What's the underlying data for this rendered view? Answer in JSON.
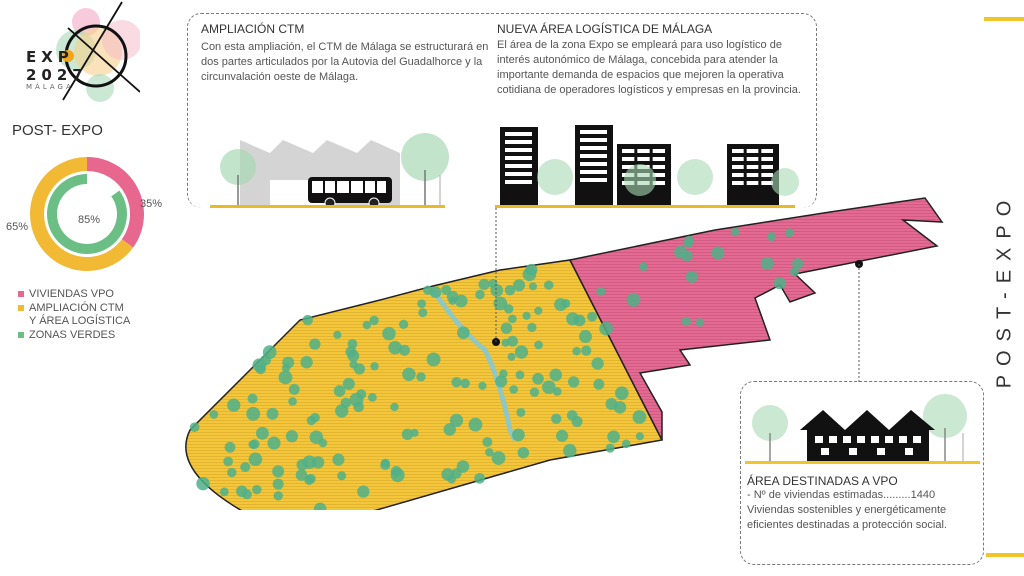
{
  "logo": {
    "line1": "EXP",
    "line2": "2027",
    "line3": "MÁLAGA"
  },
  "section_title": "POST- EXPO",
  "side_title": "POST-EXPO",
  "colors": {
    "vpo": "#e8678f",
    "ctm_logistics": "#f2b935",
    "green_zones": "#6bbf85",
    "accent_yellow": "#f0c52a",
    "map_yellow": "#f3c63c",
    "map_pink": "#e36a92",
    "river": "#8fc7c4"
  },
  "chart_data": {
    "type": "pie",
    "title": "",
    "rings": [
      {
        "name": "outer",
        "slices": [
          {
            "label": "VIVIENDAS VPO",
            "value": 35,
            "display": "35%"
          },
          {
            "label": "AMPLIACIÓN CTM Y ÁREA LOGÍSTICA",
            "value": 65,
            "display": "65%"
          }
        ]
      },
      {
        "name": "inner",
        "slices": [
          {
            "label": "ZONAS VERDES",
            "value": 85,
            "display": "85%"
          }
        ]
      }
    ],
    "center_label": "85%",
    "legend": [
      {
        "label": "VIVIENDAS VPO",
        "color": "#e8678f"
      },
      {
        "label": "AMPLIACIÓN  CTM\nY ÁREA LOGÍSTICA",
        "color": "#f2b935"
      },
      {
        "label": "ZONAS VERDES",
        "color": "#6bbf85"
      }
    ],
    "legend_position": "bottom"
  },
  "legend": {
    "items": [
      {
        "line1": "VIVIENDAS VPO",
        "line2": ""
      },
      {
        "line1": "AMPLIACIÓN  CTM",
        "line2": "Y ÁREA LOGÍSTICA"
      },
      {
        "line1": "ZONAS VERDES",
        "line2": ""
      }
    ]
  },
  "ctm": {
    "title": "AMPLIACIÓN CTM",
    "text": "Con esta ampliación, el CTM de Málaga se estructurará en dos partes articulados por la Autovia del Guadalhorce y la circunvalación oeste de Málaga."
  },
  "logistics": {
    "title": "NUEVA ÁREA LOGÍSTICA DE MÁLAGA",
    "text": "El área de la zona Expo se empleará para uso logístico de interés autonómico de Málaga, concebida para atender la importante demanda de espacios que mejoren la operativa cotidiana de operadores logísticos y empresas en la provincia."
  },
  "vpo": {
    "title": "ÁREA DESTINADAS A VPO",
    "stat_label": "- Nº de viviendas estimadas.........",
    "stat_value": "1440",
    "text": "Viviendas sostenibles y energéticamente eficientes destinadas a protección social."
  }
}
